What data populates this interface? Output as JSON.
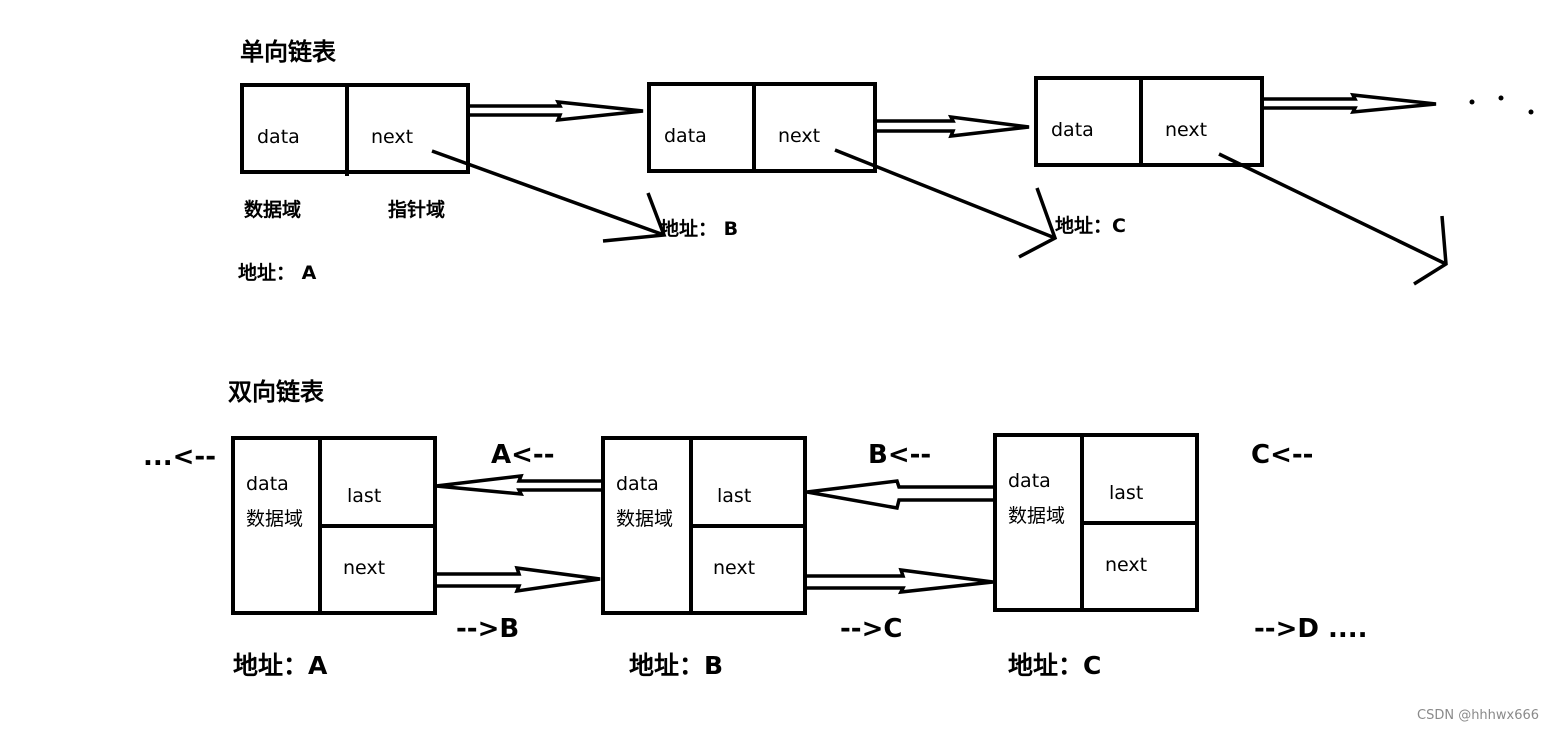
{
  "singly": {
    "title": "单向链表",
    "field_data": "data",
    "field_next": "next",
    "data_domain_label": "数据域",
    "pointer_domain_label": "指针域",
    "addresses": [
      "地址： A",
      "地址： B",
      "地址：C"
    ],
    "ellipsis": "· · ·"
  },
  "doubly": {
    "title": "双向链表",
    "field_data": "data",
    "field_data_domain": "数据域",
    "field_last": "last",
    "field_next": "next",
    "addresses": [
      "地址：A",
      "地址：B",
      "地址：C"
    ],
    "prev_labels": [
      "...<--",
      "A<--",
      "B<--",
      "C<--"
    ],
    "next_labels": [
      "-->B",
      "-->C",
      "-->D ...."
    ]
  },
  "watermark": "CSDN @hhhwx666"
}
